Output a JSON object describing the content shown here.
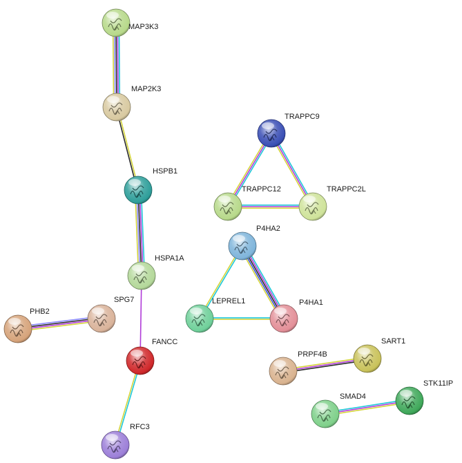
{
  "network": {
    "nodes": [
      {
        "id": "MAP3K3",
        "label": "MAP3K3",
        "color": "#b7d98a"
      },
      {
        "id": "MAP2K3",
        "label": "MAP2K3",
        "color": "#d8c9a0"
      },
      {
        "id": "HSPB1",
        "label": "HSPB1",
        "color": "#2e9e9a"
      },
      {
        "id": "HSPA1A",
        "label": "HSPA1A",
        "color": "#b4d89a"
      },
      {
        "id": "SPG7",
        "label": "SPG7",
        "color": "#d9b39a"
      },
      {
        "id": "PHB2",
        "label": "PHB2",
        "color": "#d6a37a"
      },
      {
        "id": "FANCC",
        "label": "FANCC",
        "color": "#d0282a"
      },
      {
        "id": "RFC3",
        "label": "RFC3",
        "color": "#9c7fd8"
      },
      {
        "id": "TRAPPC9",
        "label": "TRAPPC9",
        "color": "#3a4fb5"
      },
      {
        "id": "TRAPPC12",
        "label": "TRAPPC12",
        "color": "#b7d98a"
      },
      {
        "id": "TRAPPC2L",
        "label": "TRAPPC2L",
        "color": "#cfe39a"
      },
      {
        "id": "P4HA2",
        "label": "P4HA2",
        "color": "#7fb5db"
      },
      {
        "id": "LEPREL1",
        "label": "LEPREL1",
        "color": "#6fd09a"
      },
      {
        "id": "P4HA1",
        "label": "P4HA1",
        "color": "#e38f98"
      },
      {
        "id": "PRPF4B",
        "label": "PRPF4B",
        "color": "#d9b38f"
      },
      {
        "id": "SART1",
        "label": "SART1",
        "color": "#c9c25a"
      },
      {
        "id": "SMAD4",
        "label": "SMAD4",
        "color": "#7fd08a"
      },
      {
        "id": "STK11IP",
        "label": "STK11IP",
        "color": "#3fa85a"
      }
    ],
    "edges": [
      {
        "source": "MAP3K3",
        "target": "MAP2K3",
        "evidence": [
          "#1fc7d8",
          "#b03bd8",
          "#2a2a2a",
          "#8a8aff",
          "#d4d43b"
        ]
      },
      {
        "source": "MAP2K3",
        "target": "HSPB1",
        "evidence": [
          "#d4d43b",
          "#2a2a2a"
        ]
      },
      {
        "source": "HSPB1",
        "target": "HSPA1A",
        "evidence": [
          "#1fc7d8",
          "#b03bd8",
          "#2a2a2a",
          "#8a8aff",
          "#d4d43b"
        ]
      },
      {
        "source": "HSPA1A",
        "target": "FANCC",
        "evidence": [
          "#b03bd8"
        ]
      },
      {
        "source": "FANCC",
        "target": "RFC3",
        "evidence": [
          "#1fc7d8",
          "#d4d43b"
        ]
      },
      {
        "source": "SPG7",
        "target": "PHB2",
        "evidence": [
          "#d4d43b",
          "#b03bd8",
          "#2a2a2a",
          "#8a8aff"
        ]
      },
      {
        "source": "TRAPPC9",
        "target": "TRAPPC12",
        "evidence": [
          "#1fc7d8",
          "#b03bd8",
          "#d4d43b"
        ]
      },
      {
        "source": "TRAPPC9",
        "target": "TRAPPC2L",
        "evidence": [
          "#1fc7d8",
          "#b03bd8",
          "#d4d43b"
        ]
      },
      {
        "source": "TRAPPC12",
        "target": "TRAPPC2L",
        "evidence": [
          "#1fc7d8",
          "#b03bd8",
          "#d4d43b"
        ]
      },
      {
        "source": "P4HA2",
        "target": "LEPREL1",
        "evidence": [
          "#1fc7d8",
          "#d4d43b"
        ]
      },
      {
        "source": "P4HA2",
        "target": "P4HA1",
        "evidence": [
          "#1fc7d8",
          "#b03bd8",
          "#2a2a2a",
          "#3a4fd8",
          "#d4d43b"
        ]
      },
      {
        "source": "LEPREL1",
        "target": "P4HA1",
        "evidence": [
          "#1fc7d8",
          "#d4d43b"
        ]
      },
      {
        "source": "PRPF4B",
        "target": "SART1",
        "evidence": [
          "#d4d43b",
          "#b03bd8",
          "#2a2a2a"
        ]
      },
      {
        "source": "SMAD4",
        "target": "STK11IP",
        "evidence": [
          "#1fc7d8",
          "#b03bd8",
          "#d4d43b"
        ]
      }
    ]
  }
}
